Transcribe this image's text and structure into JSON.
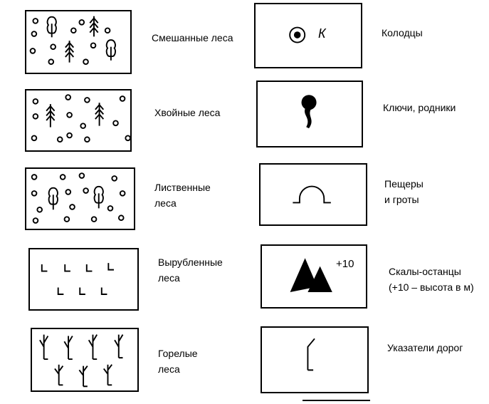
{
  "legend_left": {
    "mixed_forest": "Смешанные леса",
    "coniferous_forest": "Хвойные леса",
    "deciduous_forest": "Лиственные\nлеса",
    "felled_forest": "Вырубленные\nлеса",
    "burnt_forest": "Горелые\nлеса"
  },
  "legend_right": {
    "wells": "Колодцы",
    "well_mark": "К",
    "springs": "Ключи, родники",
    "caves": "Пещеры\nи гроты",
    "rocks": "Скалы-останцы\n(+10 – высота в м)",
    "rock_height_mark": "+10",
    "road_signs": "Указатели дорог"
  },
  "icons": [
    "deciduous-tree-icon",
    "conifer-tree-icon",
    "circle-icon",
    "well-symbol-icon",
    "spring-symbol-icon",
    "cave-symbol-icon",
    "rock-symbol-icon",
    "signpost-symbol-icon",
    "felled-stump-icon",
    "burnt-tree-icon"
  ]
}
